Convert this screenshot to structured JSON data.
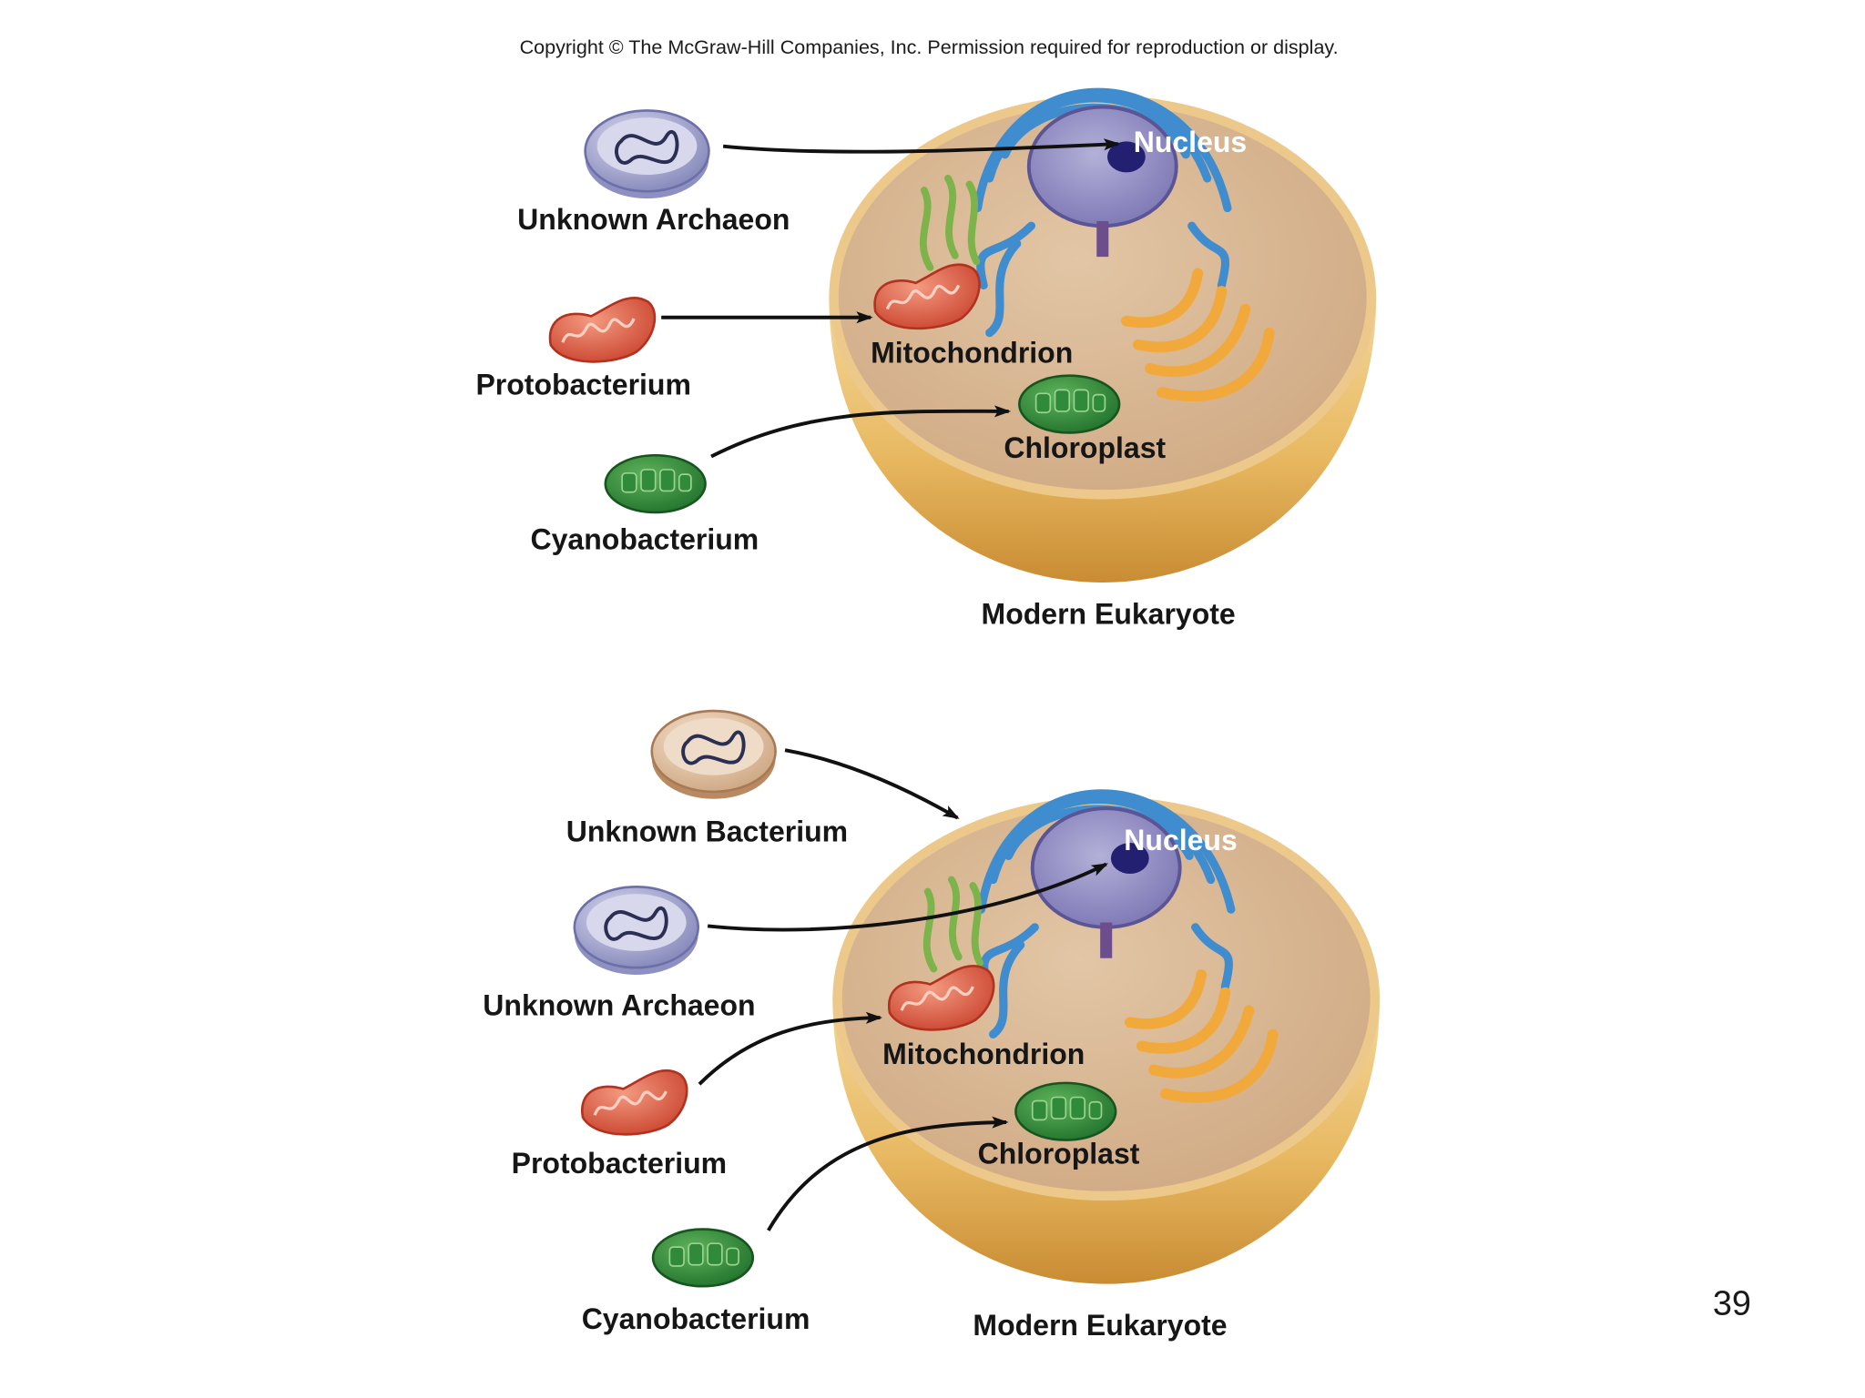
{
  "copyright": "Copyright © The McGraw-Hill Companies, Inc. Permission required for reproduction or display.",
  "page_number": "39",
  "top_panel": {
    "sources": {
      "archaeon": "Unknown Archaeon",
      "protobacterium": "Protobacterium",
      "cyanobacterium": "Cyanobacterium"
    },
    "organelles": {
      "nucleus": "Nucleus",
      "mitochondrion": "Mitochondrion",
      "chloroplast": "Chloroplast"
    },
    "cell_label": "Modern Eukaryote"
  },
  "bottom_panel": {
    "sources": {
      "bacterium": "Unknown Bacterium",
      "archaeon": "Unknown Archaeon",
      "protobacterium": "Protobacterium",
      "cyanobacterium": "Cyanobacterium"
    },
    "organelles": {
      "nucleus": "Nucleus",
      "mitochondrion": "Mitochondrion",
      "chloroplast": "Chloroplast"
    },
    "cell_label": "Modern Eukaryote"
  }
}
